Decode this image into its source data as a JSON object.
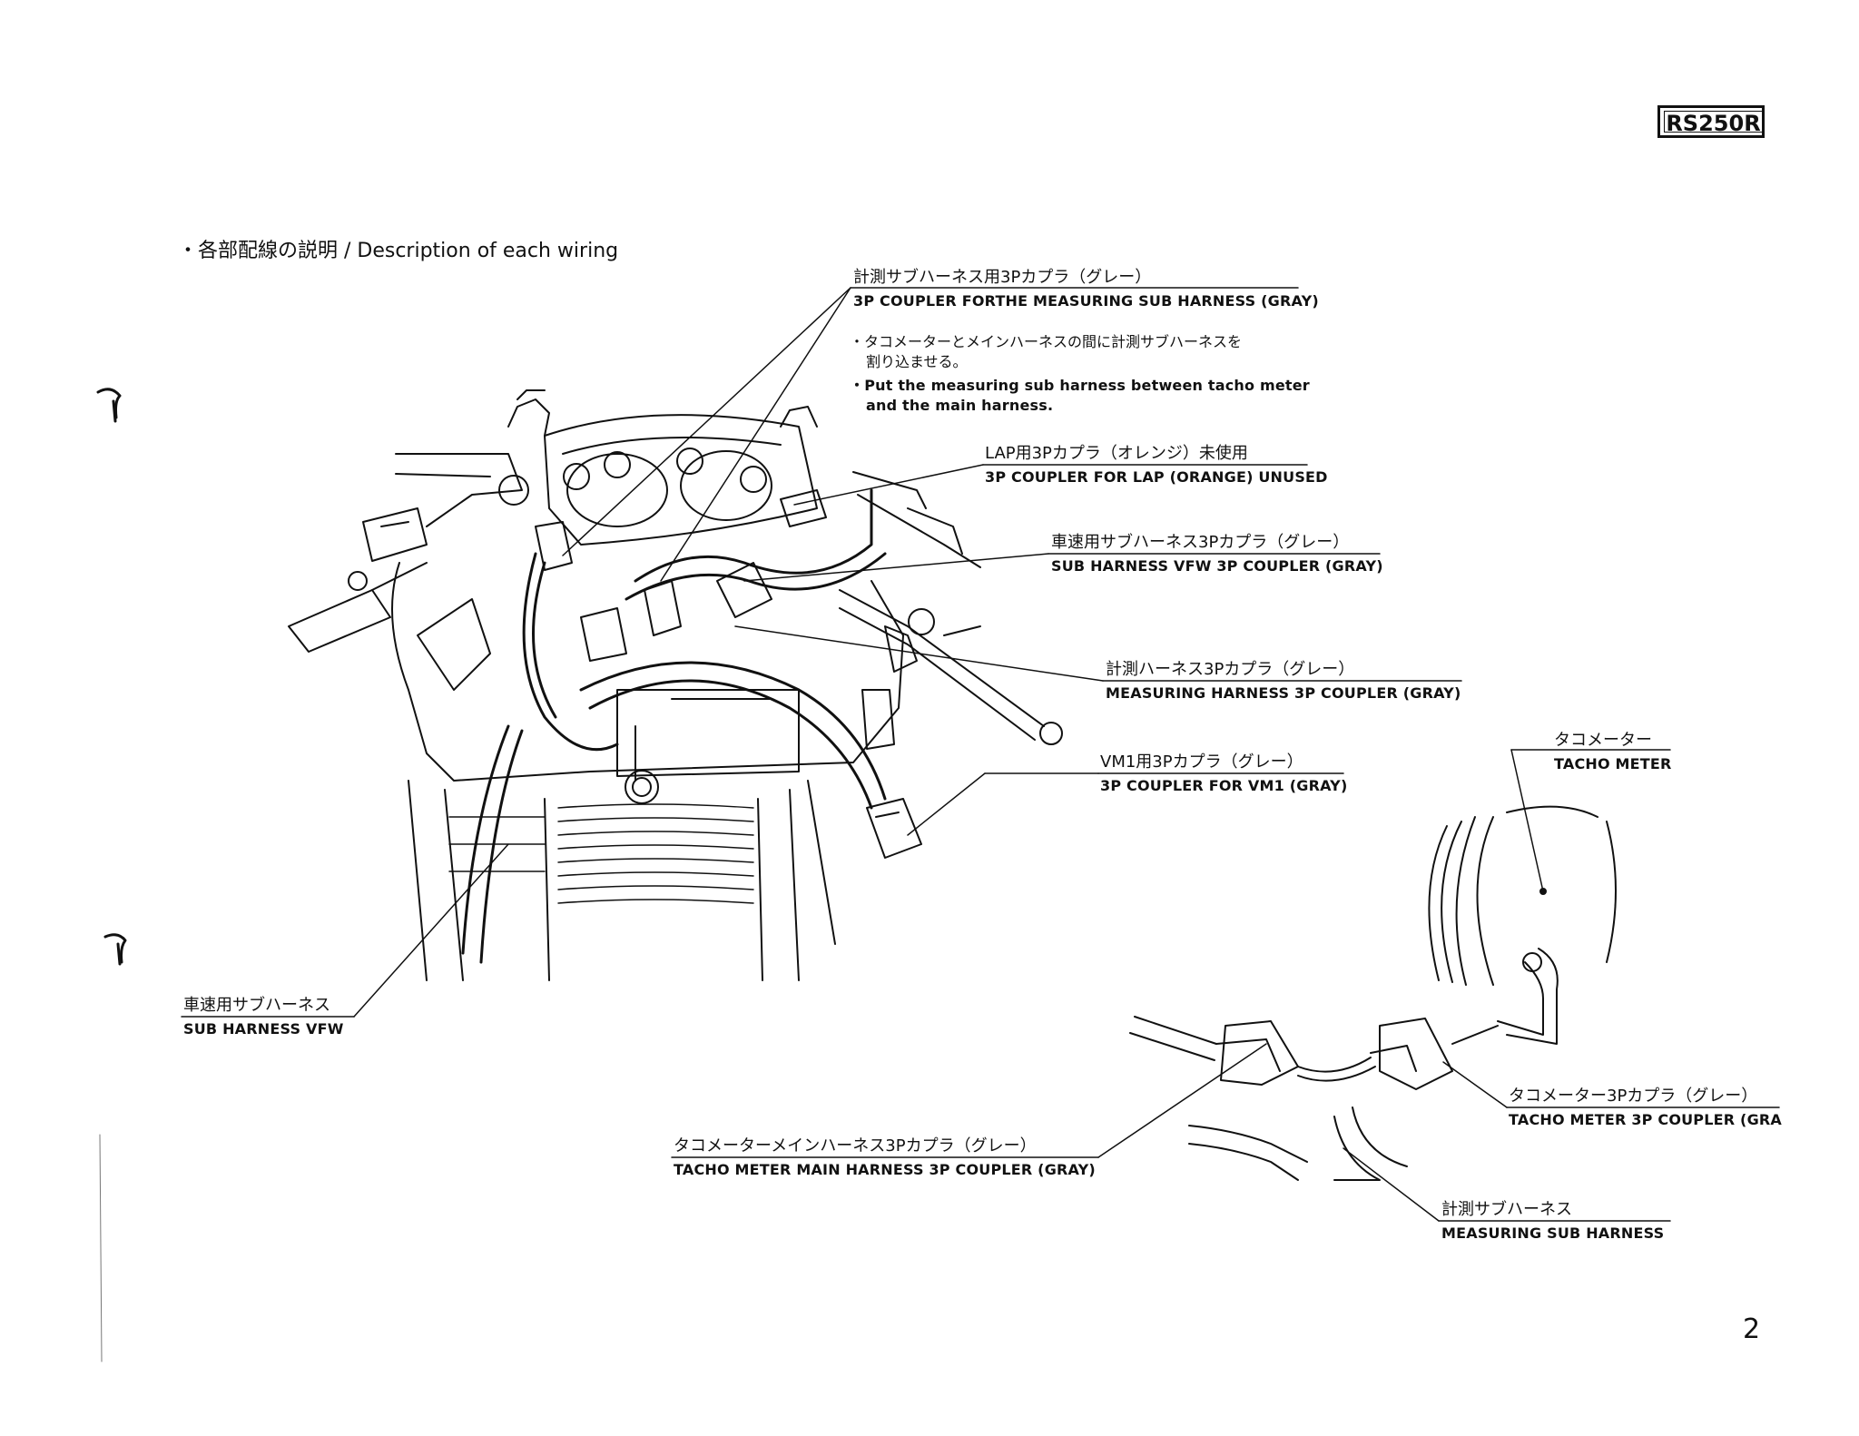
{
  "header": {
    "model_badge": "RS250R"
  },
  "section_title": "・各部配線の説明 / Description of each wiring",
  "labels": {
    "coupler_measuring_sub": {
      "jp": "計測サブハーネス用3Pカプラ（グレー）",
      "en": "3P COUPLER FORTHE MEASURING SUB HARNESS (GRAY)"
    },
    "note": {
      "jp_line1": "・タコメーターとメインハーネスの間に計測サブハーネスを",
      "jp_line2": "割り込ませる。",
      "en_line1": "・Put the measuring sub harness between tacho meter",
      "en_line2": "and the main harness."
    },
    "coupler_lap": {
      "jp": "LAP用3Pカプラ（オレンジ）未使用",
      "en": "3P COUPLER FOR LAP (ORANGE) UNUSED"
    },
    "coupler_vfw": {
      "jp": "車速用サブハーネス3Pカプラ（グレー）",
      "en": "SUB HARNESS VFW 3P COUPLER (GRAY)"
    },
    "coupler_measuring": {
      "jp": "計測ハーネス3Pカプラ（グレー）",
      "en": "MEASURING HARNESS 3P COUPLER (GRAY)"
    },
    "coupler_vm1": {
      "jp": "VM1用3Pカプラ（グレー）",
      "en": "3P COUPLER FOR VM1 (GRAY)"
    },
    "tacho_meter": {
      "jp": "タコメーター",
      "en": "TACHO METER"
    },
    "sub_harness_vfw": {
      "jp": "車速用サブハーネス",
      "en": "SUB HARNESS VFW"
    },
    "tacho_coupler": {
      "jp": "タコメーター3Pカプラ（グレー）",
      "en": "TACHO METER 3P COUPLER (GRA"
    },
    "tacho_main_coupler": {
      "jp": "タコメーターメインハーネス3Pカプラ（グレー）",
      "en": "TACHO METER MAIN HARNESS 3P COUPLER (GRAY)"
    },
    "measuring_sub_harness": {
      "jp": "計測サブハーネス",
      "en": "MEASURING SUB HARNESS"
    }
  },
  "footer": {
    "page_number": "2"
  }
}
